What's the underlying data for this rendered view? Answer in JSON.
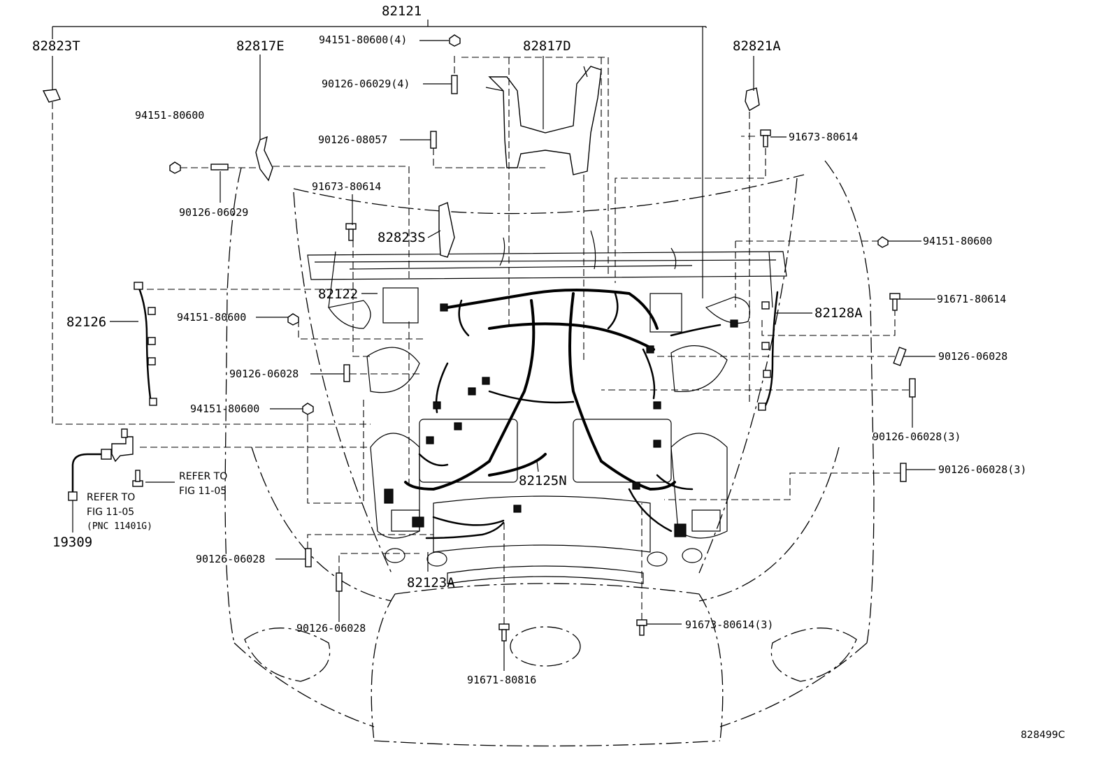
{
  "diagram_id": "828499C",
  "parts": {
    "p82121": "82121",
    "p82823T": "82823T",
    "p82817E": "82817E",
    "p94151_80600_4": "94151-80600(4)",
    "p82817D": "82817D",
    "p82821A": "82821A",
    "p90126_06029_4": "90126-06029(4)",
    "p90126_08057": "90126-08057",
    "p91673_80614_top": "91673-80614",
    "p94151_80600_left": "94151-80600",
    "p90126_06029": "90126-06029",
    "p91673_80614_mid": "91673-80614",
    "p82823S": "82823S",
    "p94151_80600_right": "94151-80600",
    "p82122": "82122",
    "p82126": "82126",
    "p94151_80600_mid": "94151-80600",
    "p91671_80614": "91671-80614",
    "p82128A": "82128A",
    "p90126_06028_right": "90126-06028",
    "p90126_06028_left": "90126-06028",
    "p94151_80600_low": "94151-80600",
    "p90126_06028_3_a": "90126-06028(3)",
    "p90126_06028_3_b": "90126-06028(3)",
    "p82125N": "82125N",
    "p90126_06028_bl": "90126-06028",
    "p82123A": "82123A",
    "p90126_06028_bot": "90126-06028",
    "p91673_80614_3": "91673-80614(3)",
    "p91671_80816": "91671-80816",
    "p19309": "19309"
  },
  "refs": {
    "refer_a_1": "REFER TO",
    "refer_a_2": "FIG 11-05",
    "refer_b_1": "REFER TO",
    "refer_b_2": "FIG 11-05",
    "refer_b_3": "(PNC 11401G)"
  }
}
